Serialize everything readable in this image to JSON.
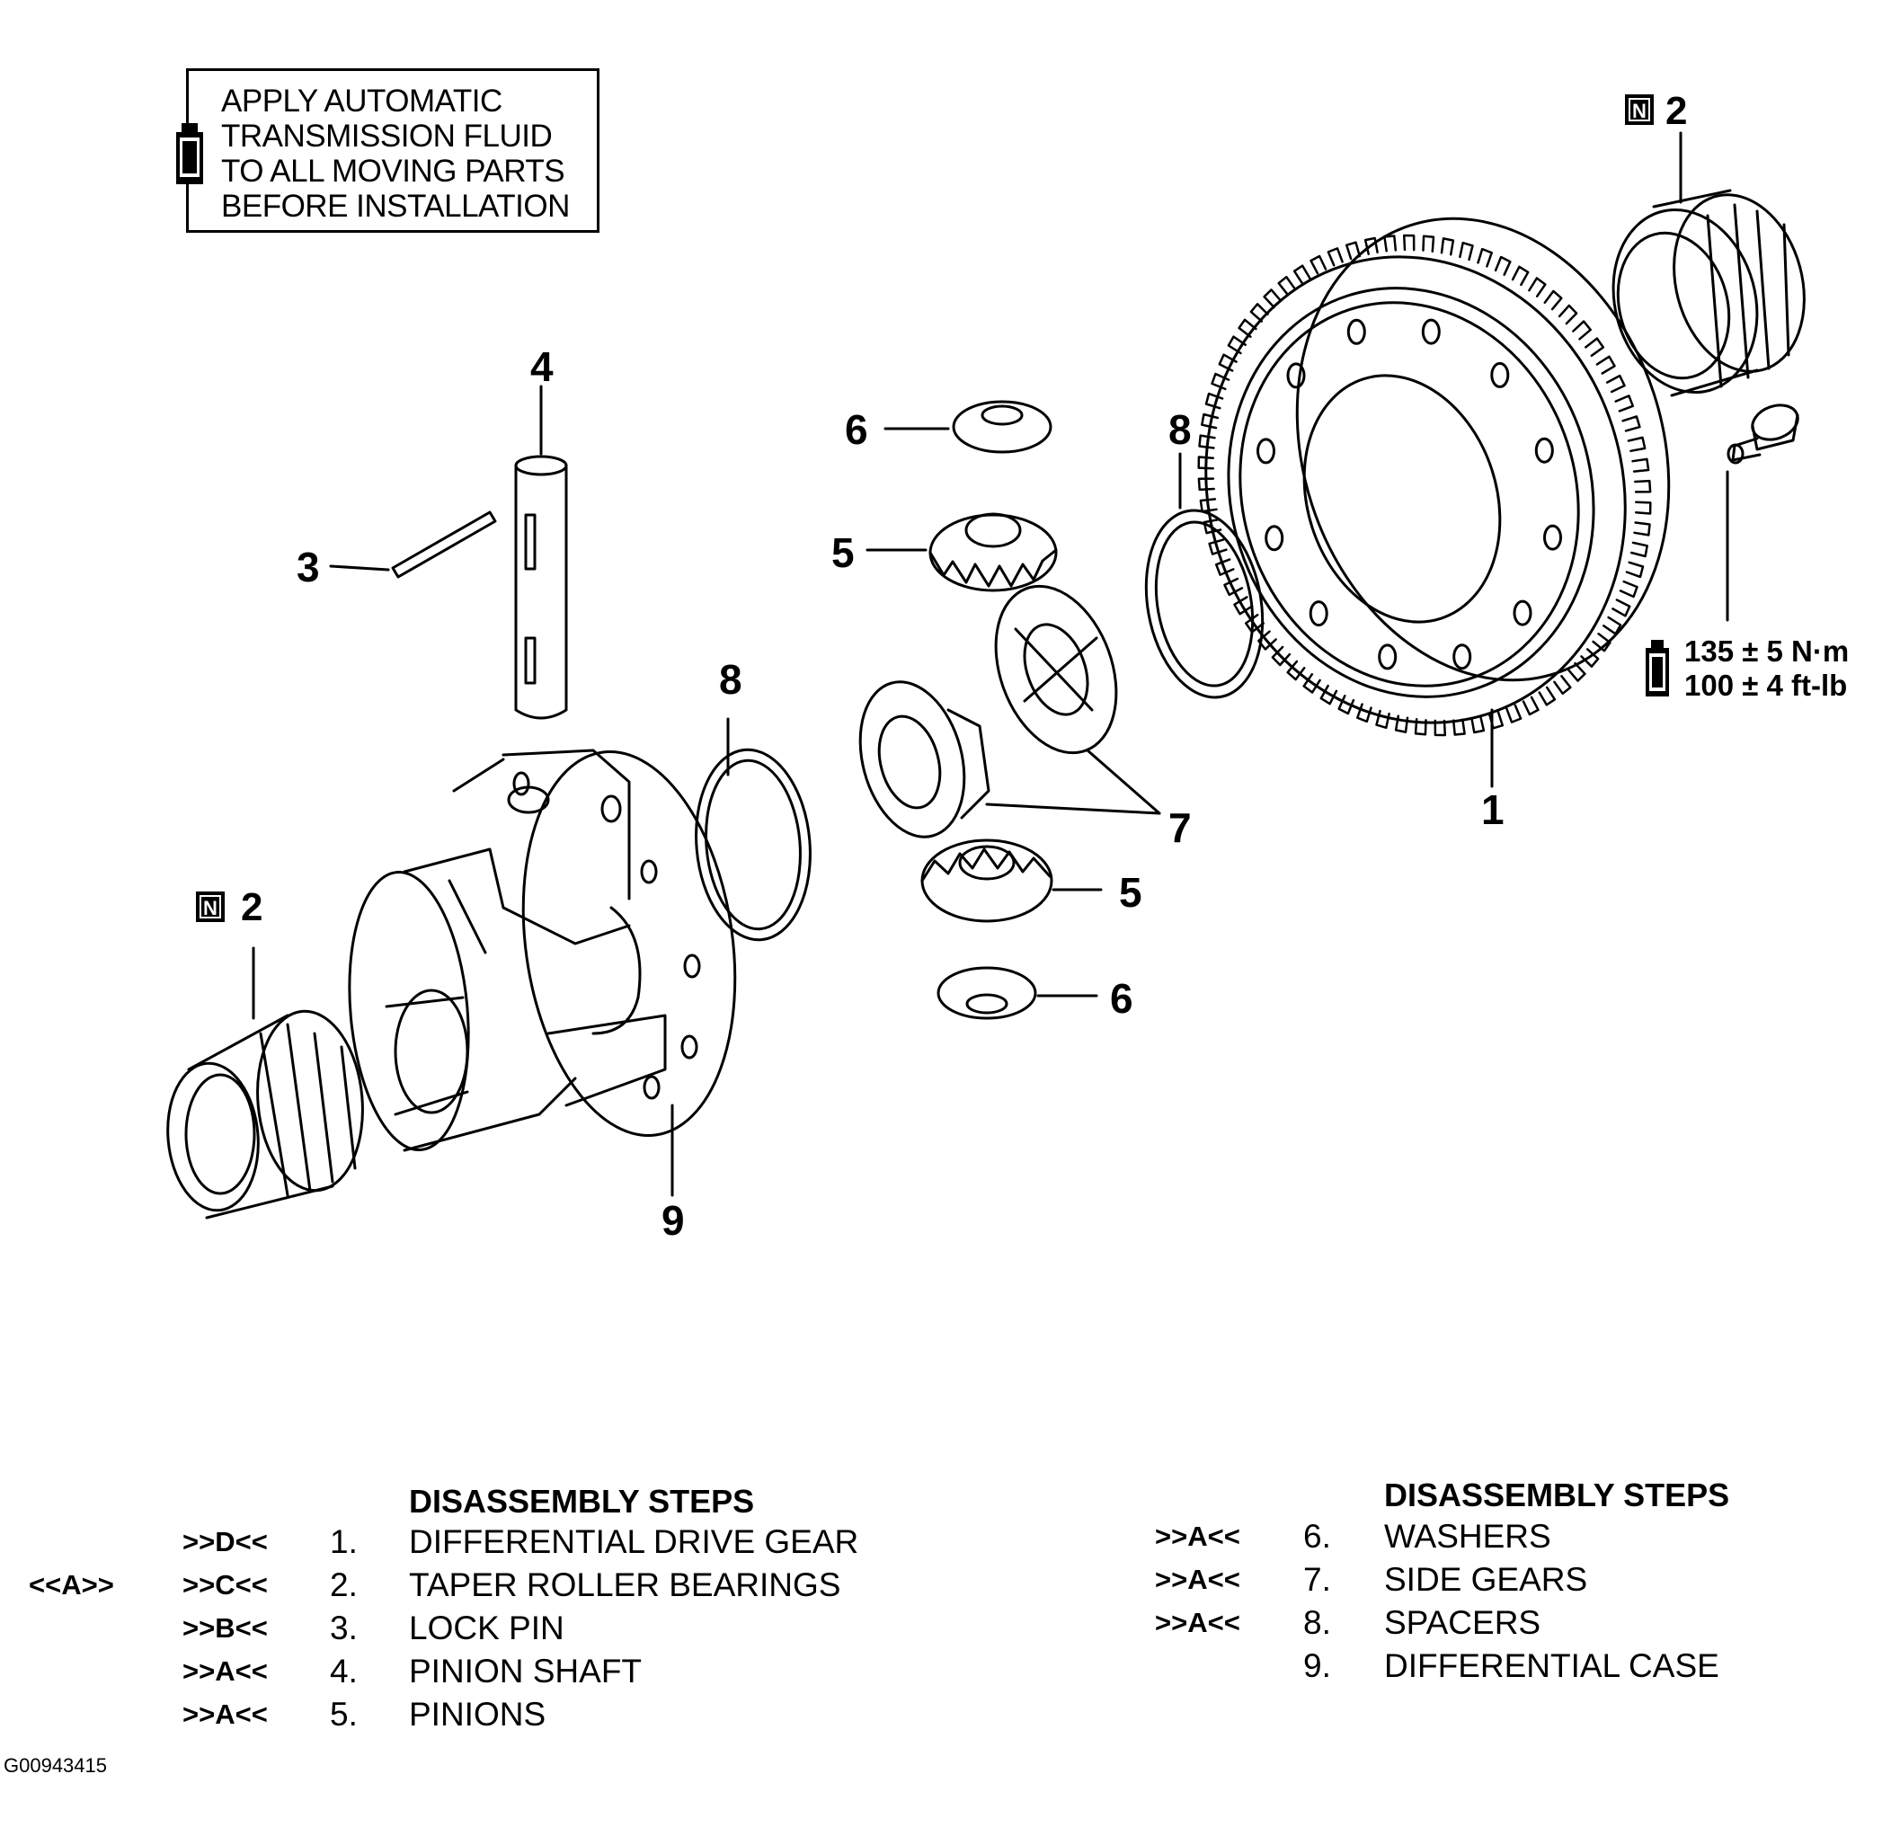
{
  "note": {
    "text": "APPLY AUTOMATIC\nTRANSMISSION FLUID\nTO ALL MOVING PARTS\nBEFORE INSTALLATION",
    "icon": "oil-can-icon"
  },
  "callouts": {
    "c1": "1",
    "c2a": "2",
    "c2b": "2",
    "c3": "3",
    "c4": "4",
    "c5a": "5",
    "c5b": "5",
    "c6a": "6",
    "c6b": "6",
    "c7": "7",
    "c8a": "8",
    "c8b": "8",
    "c9": "9"
  },
  "badge_letter": "N",
  "torque": {
    "text": "135 ± 5 N·m\n100 ± 4 ft-lb",
    "icon": "oil-can-icon"
  },
  "steps_left": {
    "title": "DISASSEMBLY STEPS",
    "rows": [
      {
        "pre": "",
        "code": ">>D<<",
        "num": "1.",
        "name": "DIFFERENTIAL DRIVE GEAR"
      },
      {
        "pre": "<<A>>",
        "code": ">>C<<",
        "num": "2.",
        "name": "TAPER ROLLER BEARINGS"
      },
      {
        "pre": "",
        "code": ">>B<<",
        "num": "3.",
        "name": "LOCK PIN"
      },
      {
        "pre": "",
        "code": ">>A<<",
        "num": "4.",
        "name": "PINION SHAFT"
      },
      {
        "pre": "",
        "code": ">>A<<",
        "num": "5.",
        "name": "PINIONS"
      }
    ]
  },
  "steps_right": {
    "title": "DISASSEMBLY STEPS",
    "rows": [
      {
        "code": ">>A<<",
        "num": "6.",
        "name": "WASHERS"
      },
      {
        "code": ">>A<<",
        "num": "7.",
        "name": "SIDE GEARS"
      },
      {
        "code": ">>A<<",
        "num": "8.",
        "name": "SPACERS"
      },
      {
        "code": "",
        "num": "9.",
        "name": "DIFFERENTIAL CASE"
      }
    ]
  },
  "figure_id": "G00943415"
}
